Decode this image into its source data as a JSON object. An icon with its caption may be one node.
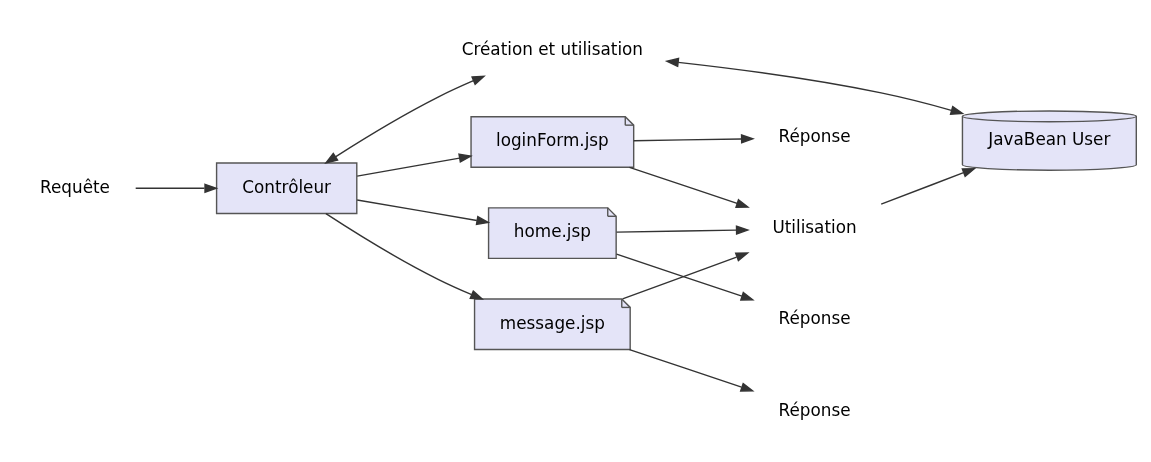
{
  "diagram": {
    "nodes": [
      {
        "text": [
          "loginForm.jsp"
        ]
      },
      {
        "text": [
          "home.jsp"
        ]
      },
      {
        "text": [
          "message.jsp"
        ]
      },
      {
        "text": [
          "Contrôleur"
        ]
      },
      {
        "text": [
          "JavaBean User"
        ]
      },
      {
        "text": [
          "Réponse"
        ]
      },
      {
        "text": [
          "Réponse"
        ]
      },
      {
        "text": [
          "Réponse"
        ]
      },
      {
        "text": [
          "Requête"
        ]
      },
      {
        "text": [
          "Utilisation"
        ]
      },
      {
        "text": [
          "Création et utilisation"
        ]
      }
    ],
    "edges": [
      {
        "from": 8,
        "to": 3,
        "arrow": "to"
      },
      {
        "from": 3,
        "to": 0,
        "arrow": "to"
      },
      {
        "from": 3,
        "to": 1,
        "arrow": "to"
      },
      {
        "from": 3,
        "to": 2,
        "arrow": "to"
      },
      {
        "from": 0,
        "to": 5,
        "arrow": "to"
      },
      {
        "from": 1,
        "to": 6,
        "arrow": "to"
      },
      {
        "from": 2,
        "to": 7,
        "arrow": "to"
      },
      {
        "from": 0,
        "to": 9,
        "arrow": "to"
      },
      {
        "from": 1,
        "to": 9,
        "arrow": "to"
      },
      {
        "from": 2,
        "to": 9,
        "arrow": "to"
      },
      {
        "from": 9,
        "to": 4,
        "arrow": "to"
      },
      {
        "from": 3,
        "to": 10,
        "arrow": "both"
      },
      {
        "from": 10,
        "to": 4,
        "arrow": "both"
      }
    ]
  }
}
